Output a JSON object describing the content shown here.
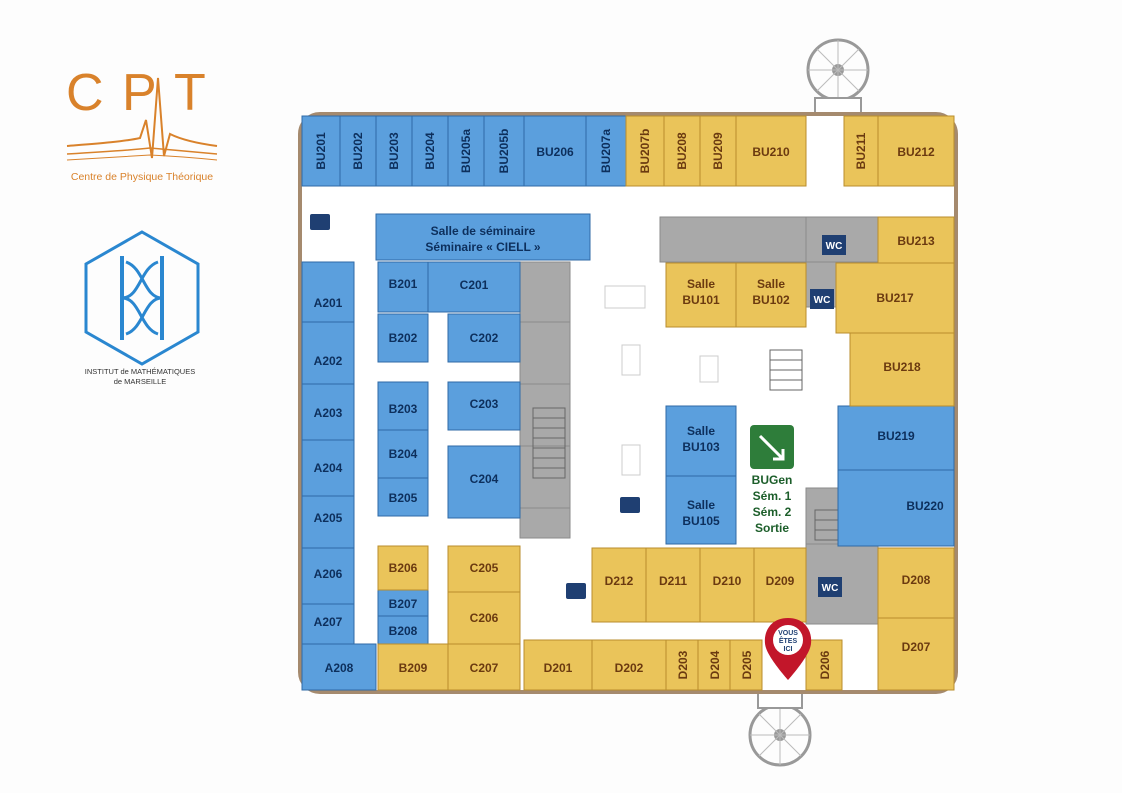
{
  "logos": {
    "cpt": {
      "letters": "CPT",
      "subtitle": "Centre de Physique Théorique",
      "color": "#d9822b"
    },
    "imm": {
      "line1": "INSTITUT de MATHÉMATIQUES",
      "line2": "de MARSEILLE",
      "color": "#2a87d0"
    }
  },
  "colors": {
    "blue": "#5b9fdd",
    "yellow": "#eac45a",
    "gray": "#a9a9a9",
    "corridor": "#ffffff",
    "wall": "#a58a6e",
    "green": "#2e7d3a",
    "wc": "#1f3f72",
    "marker": "#c2162a"
  },
  "rooms": {
    "bu201": "BU201",
    "bu202": "BU202",
    "bu203": "BU203",
    "bu204": "BU204",
    "bu205a": "BU205a",
    "bu205b": "BU205b",
    "bu206": "BU206",
    "bu207a": "BU207a",
    "bu207b": "BU207b",
    "bu208": "BU208",
    "bu209": "BU209",
    "bu210": "BU210",
    "bu211": "BU211",
    "bu212": "BU212",
    "bu213": "BU213",
    "bu217": "BU217",
    "bu218": "BU218",
    "bu219": "BU219",
    "bu220": "BU220",
    "salle": "Salle",
    "bu101": "BU101",
    "bu102": "BU102",
    "bu103": "BU103",
    "bu105": "BU105",
    "seminaire_line1": "Salle de séminaire",
    "seminaire_line2": "Séminaire « CIELL »",
    "a201": "A201",
    "a202": "A202",
    "a203": "A203",
    "a204": "A204",
    "a205": "A205",
    "a206": "A206",
    "a207": "A207",
    "a208": "A208",
    "b201": "B201",
    "b202": "B202",
    "b203": "B203",
    "b204": "B204",
    "b205": "B205",
    "b206": "B206",
    "b207": "B207",
    "b208": "B208",
    "b209": "B209",
    "c201": "C201",
    "c202": "C202",
    "c203": "C203",
    "c204": "C204",
    "c205": "C205",
    "c206": "C206",
    "c207": "C207",
    "d201": "D201",
    "d202": "D202",
    "d203": "D203",
    "d204": "D204",
    "d205": "D205",
    "d206": "D206",
    "d207": "D207",
    "d208": "D208",
    "d209": "D209",
    "d210": "D210",
    "d211": "D211",
    "d212": "D212"
  },
  "wc": "WC",
  "bugen": {
    "line1": "BUGen",
    "line2": "Sém. 1",
    "line3": "Sém. 2",
    "line4": "Sortie"
  },
  "marker": {
    "line1": "VOUS",
    "line2": "ÊTES",
    "line3": "ICI"
  }
}
